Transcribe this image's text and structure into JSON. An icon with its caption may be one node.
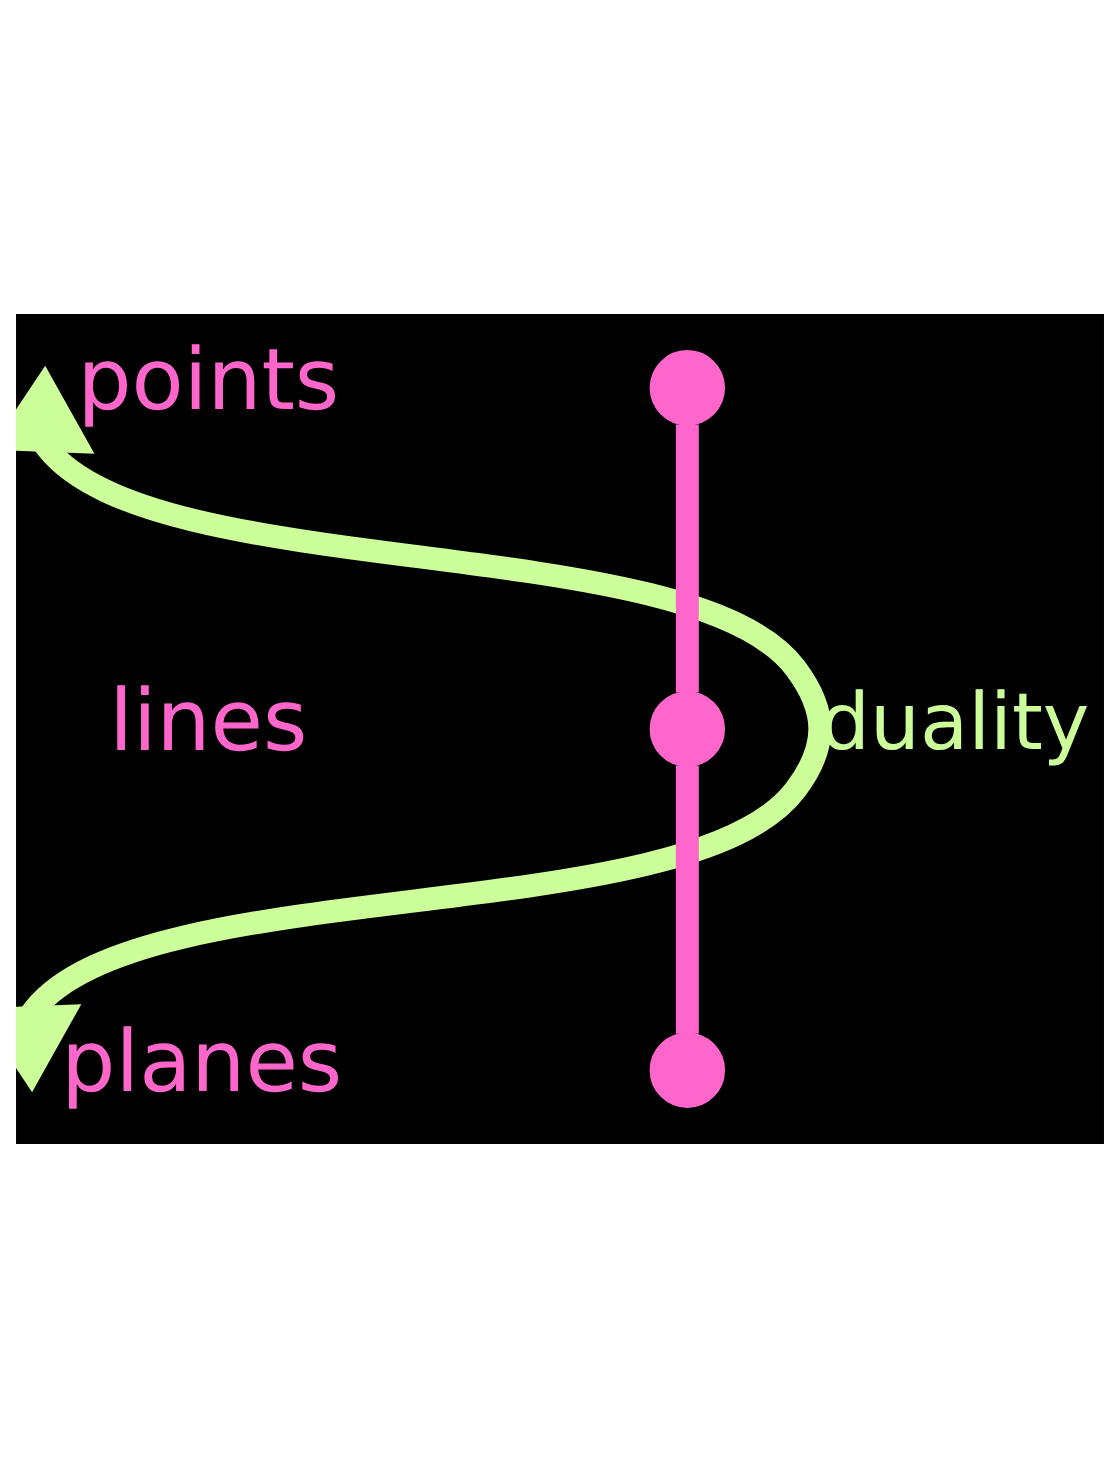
{
  "diagram": {
    "nodes": [
      {
        "text": [
          "points"
        ]
      },
      {
        "text": [
          "lines"
        ]
      },
      {
        "text": [
          "planes"
        ]
      },
      {
        "text": [],
        "shape": "circle"
      },
      {
        "text": [],
        "shape": "circle"
      },
      {
        "text": [],
        "shape": "circle"
      }
    ],
    "edges": [
      {
        "from": 0,
        "to": 2,
        "arrow": "both",
        "label": "duality",
        "color": "#ccff99"
      },
      {
        "from": 3,
        "to": 4,
        "arrow": "none",
        "color": "#ff66cc"
      },
      {
        "from": 4,
        "to": 5,
        "arrow": "none",
        "color": "#ff66cc"
      }
    ]
  }
}
